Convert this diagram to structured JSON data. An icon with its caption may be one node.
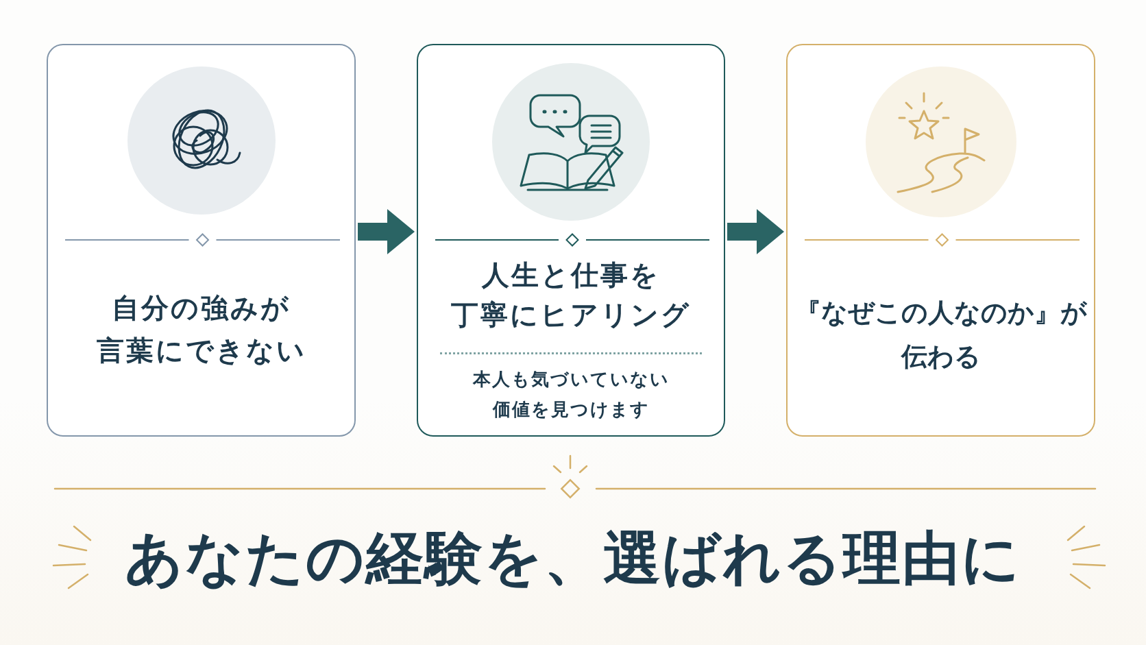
{
  "diagram": {
    "caption": "あなたの経験を、選ばれる理由に",
    "nodes": [
      {
        "text": [
          "自分の強みが言葉にできない"
        ]
      },
      {
        "text": [
          "人生と仕事を丁寧にヒアリング",
          "本人も気づいていない価値を見つけます"
        ]
      },
      {
        "text": [
          "『なぜこの人なのか』が伝わる"
        ]
      }
    ],
    "edges": [
      {
        "from": 0,
        "to": 1,
        "arrow": "to"
      },
      {
        "from": 1,
        "to": 2,
        "arrow": "to"
      }
    ]
  }
}
